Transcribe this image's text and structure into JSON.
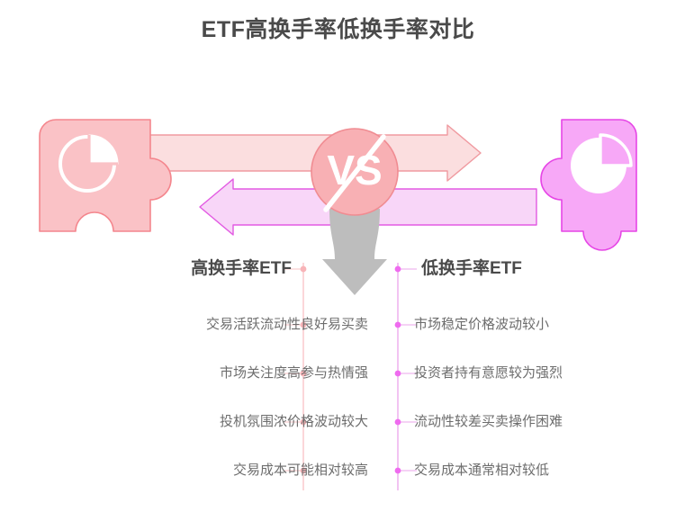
{
  "page": {
    "title": "ETF高换手率低换手率对比",
    "background": "#ffffff"
  },
  "colors": {
    "left_accent": "#f9a7ab",
    "left_fill": "#fac2c6",
    "left_arrow_fill": "#fbdedf",
    "left_line": "#fbd7d9",
    "left_dot": "#f8b4b8",
    "right_accent": "#ef6bef",
    "right_fill": "#f7a8f7",
    "right_arrow_fill": "#f8d6f8",
    "right_line": "#f2c4f2",
    "right_dot": "#ef6bef",
    "vs_circle": "#f8b0b4",
    "vs_text": "#ffffff",
    "down_arrow": "#b8b8b8",
    "title_text": "#4a4a4a",
    "heading_text": "#4a4a4a",
    "item_text": "#6d6d6d"
  },
  "center": {
    "vs_label": "VS",
    "vs_icon": "versus-badge-icon",
    "down_arrow_icon": "arrow-down-icon",
    "right_arrow_icon": "arrow-right-icon",
    "left_arrow_icon": "arrow-left-icon"
  },
  "left_panel": {
    "piece_icon": "puzzle-piece-left-icon",
    "chart_icon": "pie-chart-outline-icon",
    "heading": "高换手率ETF",
    "items": [
      {
        "label": "交易活跃流动性良好易买卖"
      },
      {
        "label": "市场关注度高参与热情强"
      },
      {
        "label": "投机氛围浓价格波动较大"
      },
      {
        "label": "交易成本可能相对较高"
      }
    ]
  },
  "right_panel": {
    "piece_icon": "puzzle-piece-right-icon",
    "chart_icon": "pie-chart-filled-icon",
    "heading": "低换手率ETF",
    "items": [
      {
        "label": "市场稳定价格波动较小"
      },
      {
        "label": "投资者持有意愿较为强烈"
      },
      {
        "label": "流动性较差买卖操作困难"
      },
      {
        "label": "交易成本通常相对较低"
      }
    ]
  }
}
